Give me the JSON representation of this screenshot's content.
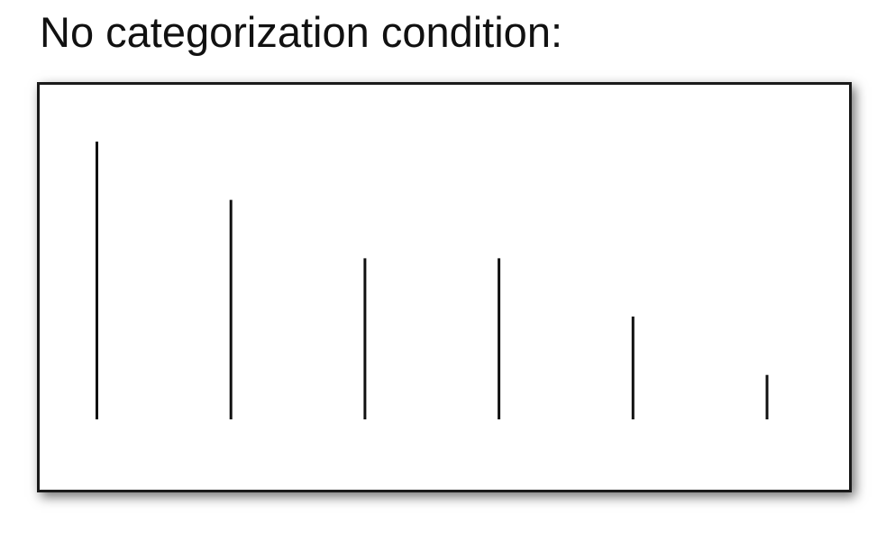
{
  "title": "No categorization condition:",
  "stimulus": {
    "line_count": 6,
    "relative_lengths": [
      1.0,
      0.79,
      0.58,
      0.58,
      0.37,
      0.16
    ],
    "line_color": "#111111",
    "border_color": "#1a1a1a"
  }
}
